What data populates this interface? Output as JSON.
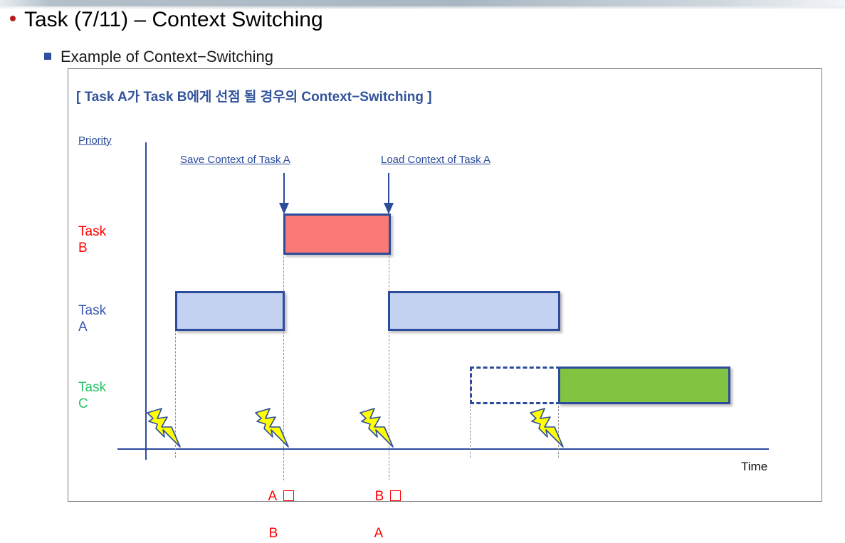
{
  "slide": {
    "title": "Task (7/11) – Context Switching",
    "subtitle": "Example of Context−Switching",
    "bullet_icon": "round-bullet-icon",
    "sub_bullet_icon": "square-bullet-icon"
  },
  "diagram": {
    "title": "[ Task A가 Task B에게 선점 될 경우의 Context−Switching ]",
    "y_axis_label": "Priority",
    "x_axis_label": "Time",
    "annotations": [
      {
        "label": "Save Context of Task A",
        "arrow": "down-arrow-icon"
      },
      {
        "label": "Load Context of Task A",
        "arrow": "down-arrow-icon"
      }
    ],
    "rows": [
      {
        "name": "Task\nB",
        "color": "#ff0000"
      },
      {
        "name": "Task\nA",
        "color": "#3a5ab0"
      },
      {
        "name": "Task\nC",
        "color": "#2bc46a"
      }
    ],
    "bars": [
      {
        "row": "Task A",
        "kind": "solid",
        "fill": "#c4d2f2",
        "stroke": "#2c4b9b"
      },
      {
        "row": "Task B",
        "kind": "solid",
        "fill": "#f97a74",
        "stroke": "#2c4b9b"
      },
      {
        "row": "Task A",
        "kind": "solid",
        "fill": "#c4d2f2",
        "stroke": "#2c4b9b"
      },
      {
        "row": "Task C",
        "kind": "dashed",
        "fill": "none",
        "stroke": "#2c4b9b"
      },
      {
        "row": "Task C",
        "kind": "solid",
        "fill": "#82c341",
        "stroke": "#2c4b9b"
      }
    ],
    "events": [
      {
        "icon": "lightning-bolt-icon"
      },
      {
        "icon": "lightning-bolt-icon"
      },
      {
        "icon": "lightning-bolt-icon"
      },
      {
        "icon": "lightning-bolt-icon"
      }
    ],
    "switch_markers": [
      {
        "from": "A",
        "to": "B",
        "glyph": "□"
      },
      {
        "from": "B",
        "to": "A",
        "glyph": "□"
      }
    ]
  },
  "chart_data": {
    "type": "bar",
    "title": "[ Task A가 Task B에게 선점 될 경우의 Context−Switching ]",
    "xlabel": "Time",
    "ylabel": "Priority",
    "categories": [
      "Task B",
      "Task A",
      "Task C"
    ],
    "grid": false,
    "legend": "none",
    "series": [
      {
        "name": "Task B",
        "color": "#f97a74",
        "intervals": [
          {
            "start": 398,
            "end": 548,
            "style": "solid"
          }
        ]
      },
      {
        "name": "Task A",
        "color": "#c4d2f2",
        "intervals": [
          {
            "start": 246,
            "end": 398,
            "style": "solid"
          },
          {
            "start": 545,
            "end": 786,
            "style": "solid"
          }
        ]
      },
      {
        "name": "Task C",
        "color": "#82c341",
        "intervals": [
          {
            "start": 660,
            "end": 784,
            "style": "dashed-empty"
          },
          {
            "start": 784,
            "end": 1025,
            "style": "solid"
          }
        ]
      }
    ],
    "event_ticks": [
      246,
      398,
      545,
      784
    ],
    "guide_ticks": [
      246,
      398,
      545,
      660,
      784
    ]
  }
}
